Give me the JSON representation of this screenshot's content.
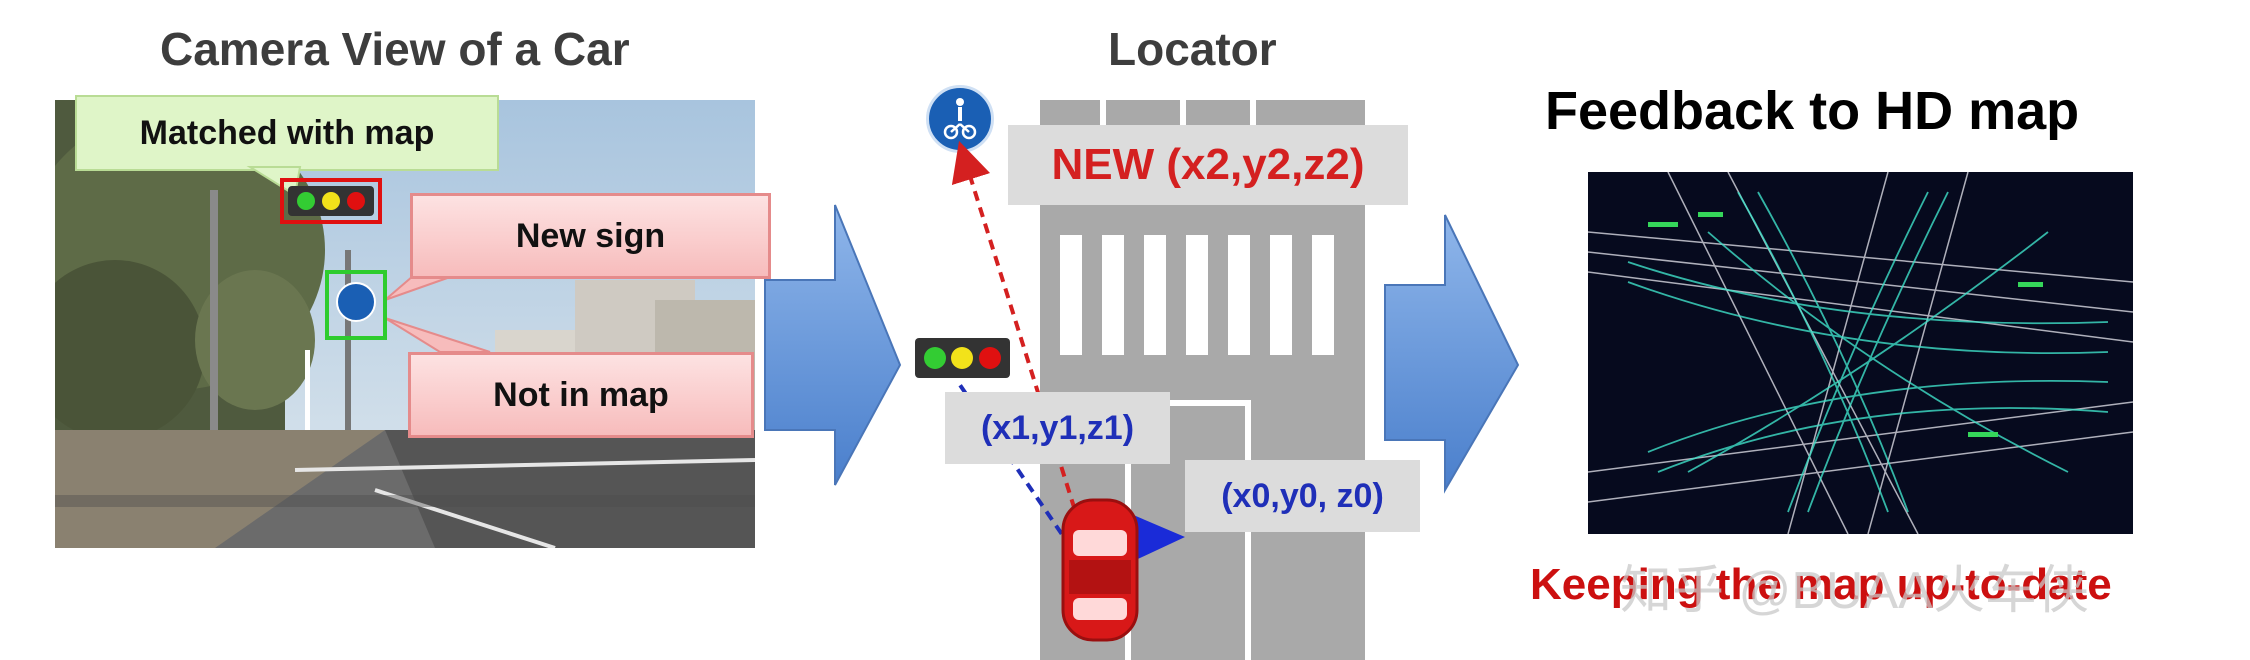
{
  "panels": {
    "camera": {
      "title": "Camera View of a Car",
      "callout_matched": "Matched with map",
      "callout_new_sign": "New sign",
      "callout_not_in_map": "Not in map"
    },
    "locator": {
      "title": "Locator",
      "new_position": "NEW (x2,y2,z2)",
      "light_position": "(x1,y1,z1)",
      "car_position": "(x0,y0, z0)"
    },
    "feedback": {
      "title": "Feedback to HD map",
      "subtitle": "Keeping the map up-to-date",
      "watermark": "知乎 @BUAA火车侠"
    }
  },
  "colors": {
    "arrow_blue": "#5b8fd6",
    "subtitle_red": "#cc1010",
    "new_red": "#d42020",
    "coord_blue": "#1f2fb8",
    "callout_green": "#dff5c8",
    "callout_pink": "#f7bcbc",
    "highlight_green": "#2ecc2e",
    "highlight_red": "#e01010"
  },
  "icons": {
    "traffic_light": "traffic-light-icon",
    "bicycle_sign": "bicycle-pedestrian-sign-icon",
    "car": "car-icon"
  }
}
